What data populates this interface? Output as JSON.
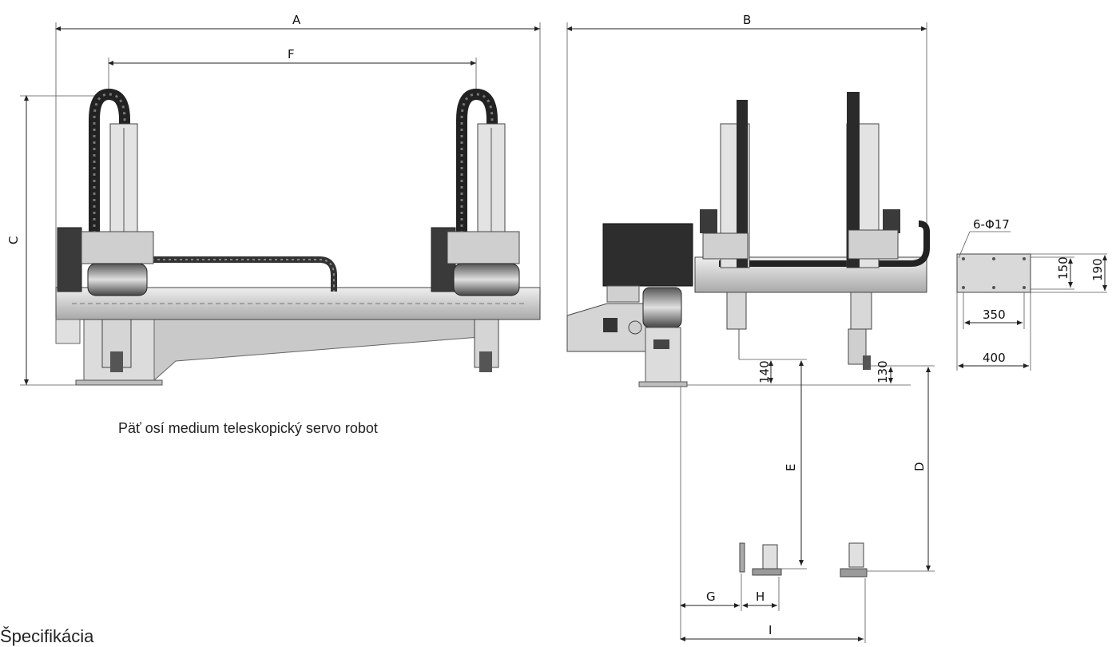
{
  "caption": "Päť osí medium teleskopický servo robot",
  "section_title": "Špecifikácia",
  "dimension_labels": {
    "A": "A",
    "B": "B",
    "C": "C",
    "D": "D",
    "E": "E",
    "F": "F",
    "G": "G",
    "H": "H",
    "I": "I"
  },
  "dimension_values": {
    "v140": "140",
    "v130": "130",
    "v150": "150",
    "v190": "190",
    "v350": "350",
    "v400": "400",
    "hole_spec": "6-Φ17"
  },
  "colors": {
    "metal_light": "#d9d9d9",
    "metal_mid": "#b5b5b5",
    "metal_dark": "#2a2a2a",
    "line": "#222222"
  }
}
